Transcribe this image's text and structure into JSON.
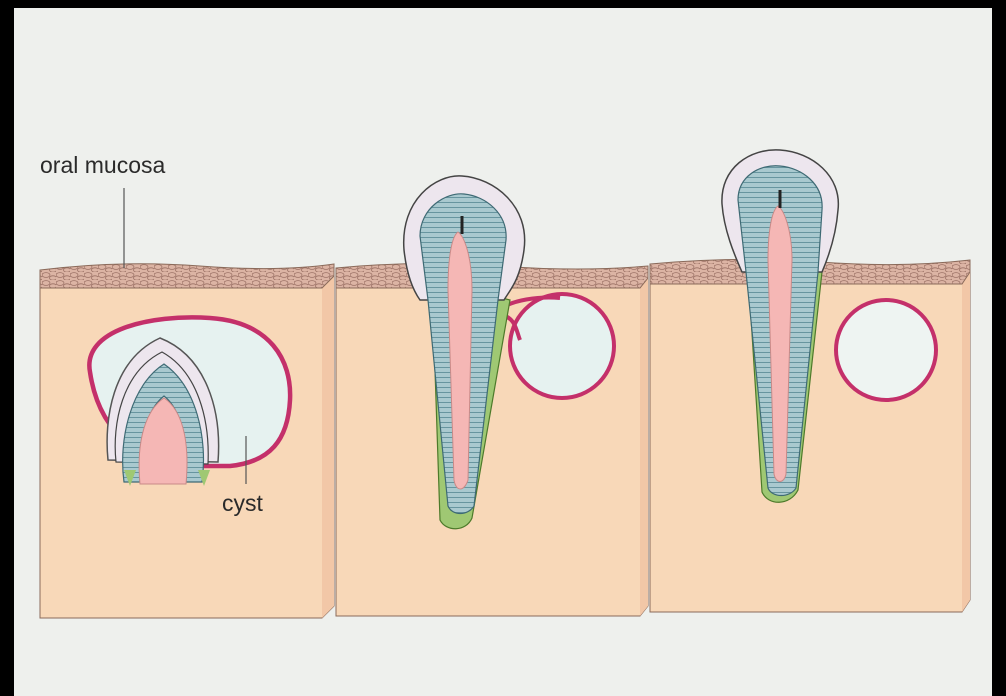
{
  "labels": {
    "oral_mucosa": "oral mucosa",
    "cyst": "cyst"
  },
  "colors": {
    "background_paper": "#eef0ed",
    "tissue": "#f8d8b8",
    "mucosa": "#d4a898",
    "cyst_wall": "#c4306a",
    "cyst_fluid": "#e6f2f0",
    "enamel": "#ede6ee",
    "dentin": "#a9c9cf",
    "pulp": "#f5b7b5",
    "cementum": "#9fc873"
  },
  "panels": [
    {
      "id": "stage-1",
      "icon": "unerupted-tooth-with-cyst-icon"
    },
    {
      "id": "stage-2",
      "icon": "erupting-tooth-with-connected-cyst-icon"
    },
    {
      "id": "stage-3",
      "icon": "erupted-tooth-with-separate-cyst-icon"
    }
  ]
}
